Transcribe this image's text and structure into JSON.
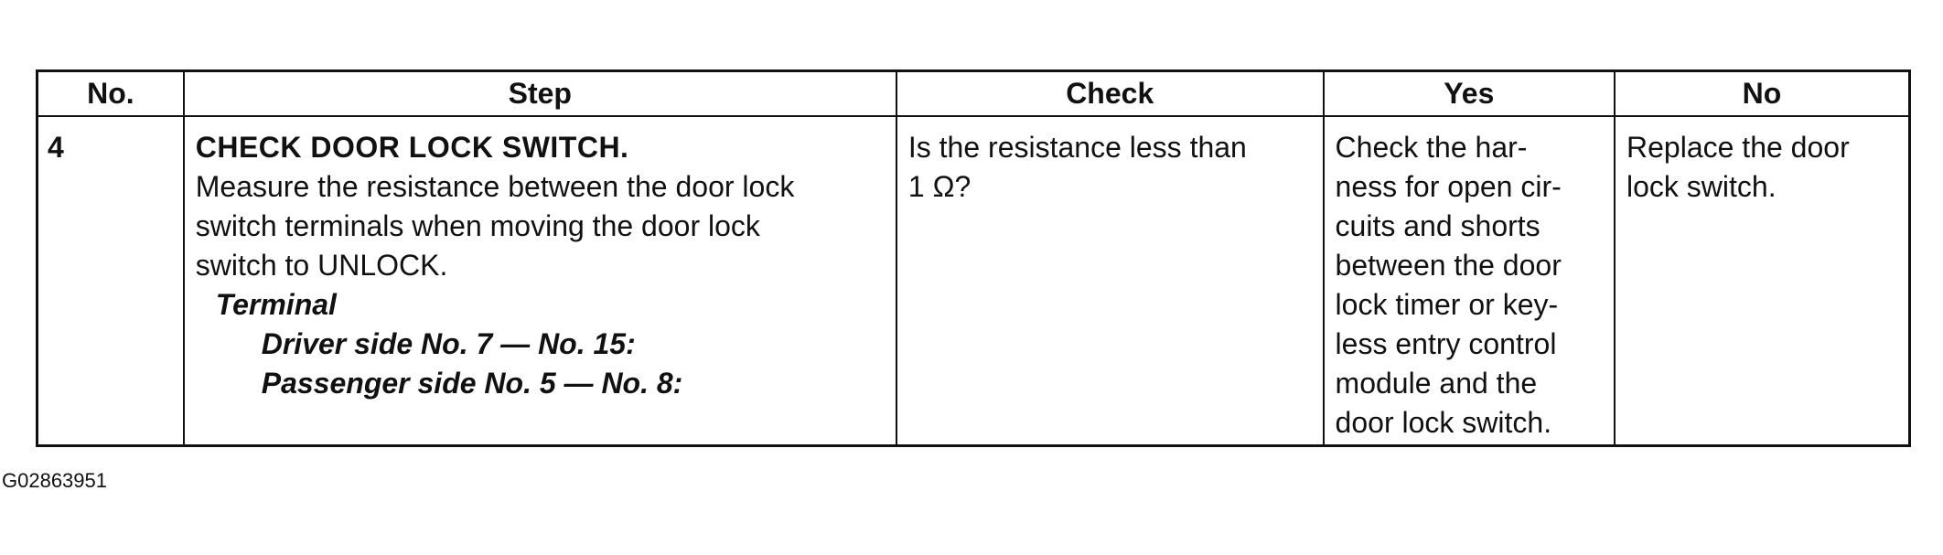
{
  "table": {
    "headers": {
      "no": "No.",
      "step": "Step",
      "check": "Check",
      "yes": "Yes",
      "no_result": "No"
    },
    "row": {
      "number": "4",
      "step": {
        "title": "CHECK DOOR LOCK SWITCH.",
        "lines": [
          "Measure the resistance between the door lock",
          "switch terminals when moving the door lock",
          "switch to UNLOCK."
        ],
        "terminal_label": "Terminal",
        "terminals": [
          "Driver side No. 7 — No. 15:",
          "Passenger side No. 5 — No. 8:"
        ]
      },
      "check": [
        "Is the resistance less than",
        "1 Ω?"
      ],
      "yes": [
        "Check the har-",
        "ness for open cir-",
        "cuits and shorts",
        "between the door",
        "lock timer or key-",
        "less entry control",
        "module and the",
        "door lock switch."
      ],
      "no": [
        "Replace the door",
        "lock switch."
      ]
    }
  },
  "figure_code": "G02863951"
}
